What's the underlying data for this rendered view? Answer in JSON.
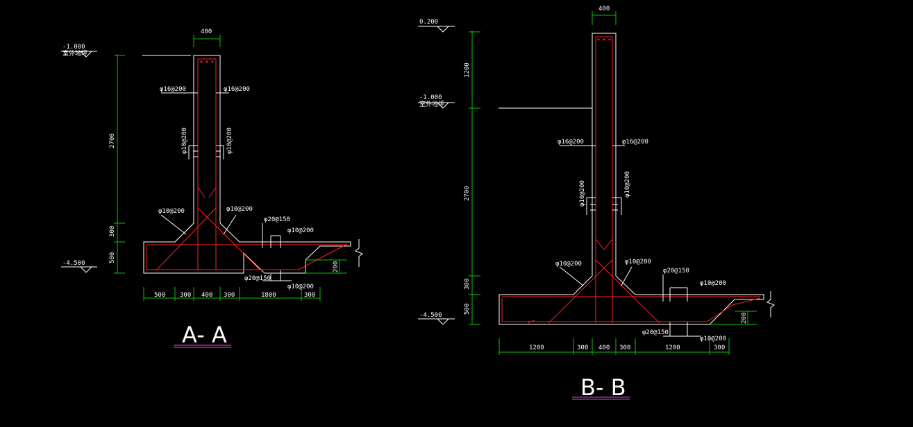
{
  "colors": {
    "background": "#000000",
    "outline": "#ffffff",
    "dimension": "#00c800",
    "rebar": "#ff2020",
    "title_underline": "#d050d0"
  },
  "section_a": {
    "title": "A- A",
    "elev_top": "-1.000",
    "elev_top_note": "室外地坪",
    "elev_bottom": "-4.500",
    "dim_wall_width": "400",
    "dim_height_main": "2700",
    "dim_haunch": "300",
    "dim_footing": "500",
    "dim_right_step": "200",
    "bottom_dims": [
      "500",
      "300",
      "400",
      "300",
      "1800",
      "300"
    ],
    "rebar_vert_left": "φ16@200",
    "rebar_vert_right": "φ16@200",
    "rebar_dist_left": "φ10@200",
    "rebar_dist_right": "φ10@200",
    "rebar_haunch_left": "φ10@200",
    "rebar_haunch_right": "φ10@200",
    "rebar_top_bar": "φ20@150",
    "rebar_top_dist": "φ10@200",
    "rebar_bot_bar": "φ20@150",
    "rebar_bot_dist": "φ10@200"
  },
  "section_b": {
    "title": "B- B",
    "elev_top": "0.200",
    "elev_mid": "-1.000",
    "elev_mid_note": "室外地坪",
    "elev_bottom": "-4.500",
    "dim_wall_width": "400",
    "dim_height_upper": "1200",
    "dim_height_main": "2700",
    "dim_haunch": "300",
    "dim_footing": "500",
    "dim_right_step": "200",
    "bottom_dims": [
      "1200",
      "300",
      "400",
      "300",
      "1200",
      "300"
    ],
    "rebar_vert_left": "φ16@200",
    "rebar_vert_right": "φ16@200",
    "rebar_dist_left": "φ10@200",
    "rebar_dist_right": "φ10@200",
    "rebar_haunch_left": "φ10@200",
    "rebar_haunch_right": "φ10@200",
    "rebar_top_bar": "φ20@150",
    "rebar_top_dist": "φ10@200",
    "rebar_bot_bar": "φ20@150",
    "rebar_bot_dist": "φ10@200"
  }
}
